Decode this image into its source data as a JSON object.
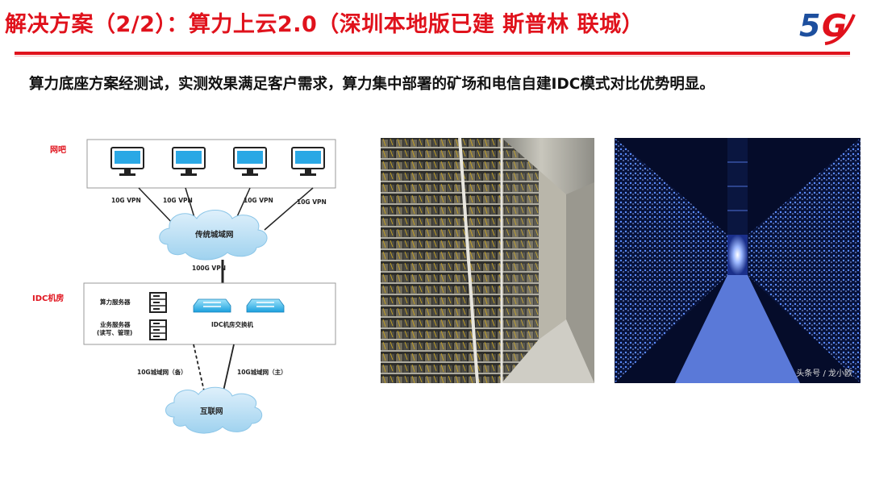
{
  "header": {
    "title": "解决方案（2/2）：算力上云2.0（深圳本地版已建 斯普林  联城）",
    "logo_text_5": "5",
    "logo_text_g": "G",
    "logo_icon": "5g-logo-icon"
  },
  "body": {
    "paragraph": "算力底座方案经测试，实测效果满足客户需求，算力集中部署的矿场和电信自建IDC模式对比优势明显。"
  },
  "diagram": {
    "zone_netbar": "网吧",
    "zone_idc": "IDC机房",
    "link_labels": [
      "10G VPN",
      "10G VPN",
      "10G VPN",
      "10G VPN"
    ],
    "cloud_metro": "传统城域网",
    "uplink_label": "100G VPN",
    "compute_server": "算力服务器",
    "business_server_line1": "业务服务器",
    "business_server_line2": "(读写、管理)",
    "idc_switch": "IDC机房交换机",
    "backup_link": "10G城域网（备）",
    "main_link": "10G城域网（主）",
    "cloud_internet": "互联网"
  },
  "photos": {
    "photo2_watermark": "头条号 / 龙小欧"
  },
  "colors": {
    "accent": "#e0121c",
    "brand_blue": "#1d4f9e"
  }
}
